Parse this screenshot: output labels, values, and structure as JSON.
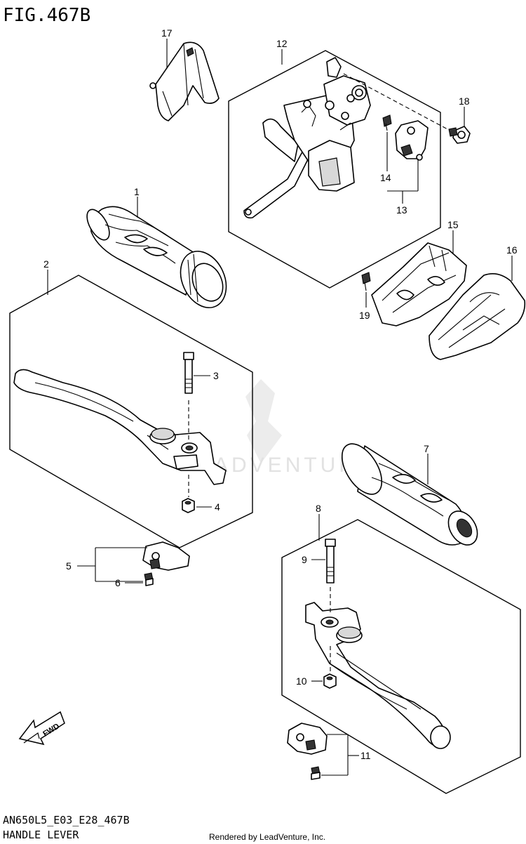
{
  "header": {
    "figure_title": "FIG.467B"
  },
  "footer": {
    "model_code": "AN650L5_E03_E28_467B",
    "section_name": "HANDLE LEVER",
    "rendered_by": "Rendered by LeadVenture, Inc."
  },
  "watermark": {
    "text": "ADVENTURE"
  },
  "fwd_badge": {
    "label": "FWD"
  },
  "callouts": {
    "c1": "1",
    "c2": "2",
    "c3": "3",
    "c4": "4",
    "c5": "5",
    "c6": "6",
    "c7": "7",
    "c8": "8",
    "c9": "9",
    "c10": "10",
    "c11": "11",
    "c12": "12",
    "c13": "13",
    "c14": "14",
    "c15": "15",
    "c16": "16",
    "c17": "17",
    "c18": "18",
    "c19": "19"
  }
}
